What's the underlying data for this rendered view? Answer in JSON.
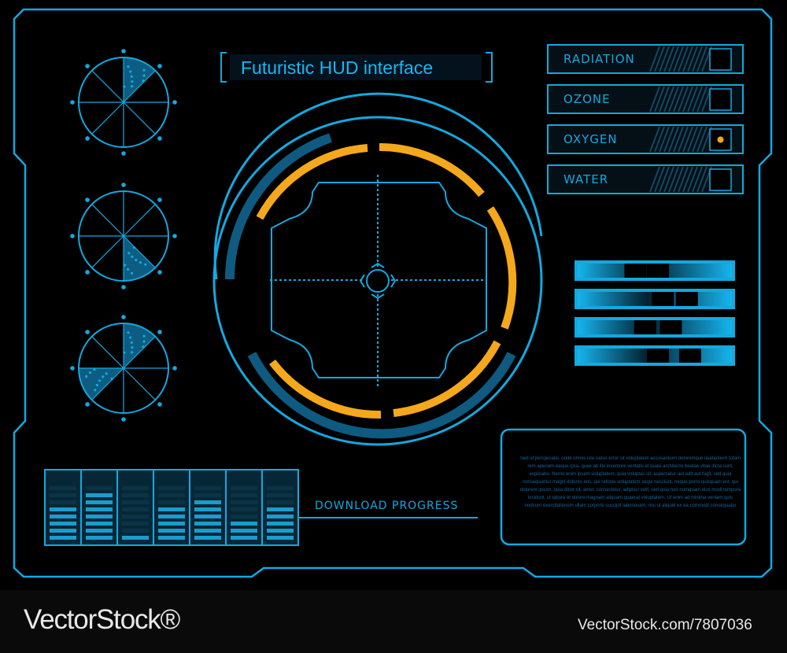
{
  "title": "Futuristic HUD interface",
  "checklist": [
    {
      "label": "RADIATION",
      "checked": false
    },
    {
      "label": "OZONE",
      "checked": false
    },
    {
      "label": "OXYGEN",
      "checked": true
    },
    {
      "label": "WATER",
      "checked": false
    }
  ],
  "download_label": "DOWNLOAD PROGRESS",
  "lorem_text": "Sed ut perspiciatis, unde omnis iste natus error sit voluptatem accusantium doloremque laudantium totam rem aperiam eaque ipsa, quae ab illo inventore veritatis et quasi architecto beatae vitae dicta sunt, explicabo. Nemo enim ipsam voluptatem, quia voluptas sit, aspernatur aut odit aut fugit, sed quia consequuntur magni dolores eos, qui ratione voluptatem sequi nesciunt, neque porro quisquam est, qui dolorem ipsum, quia dolor sit, amet, consectetur, adipisci velit, sed quia non numquam eius modi tempora incidunt, ut labore et dolore magnam aliquam quaerat voluptatem. Ut enim ad minima veniam quis nostrum exercitationem ullam corporis suscipit laboriosam, nisi ut aliquid ex ea commodi consequatur",
  "watermark": {
    "left": "VectorStock®",
    "right": "VectorStock.com/7807036"
  },
  "colors": {
    "primary": "#12a9e0",
    "accent": "#f5a81c",
    "dark_blue": "#0f5a80",
    "background": "#000000"
  },
  "icons": {
    "crosshair": "crosshair-icon",
    "pie_gauges": "pie-gauge-icon"
  },
  "pie_charts": [
    {
      "filled_sectors": [
        0
      ]
    },
    {
      "filled_sectors": [
        3
      ]
    },
    {
      "filled_sectors": [
        0,
        5
      ]
    }
  ],
  "equalizer_levels": [
    0.6,
    0.85,
    0.15,
    0.6,
    0.7,
    0.35,
    0.6
  ],
  "slider_bars": [
    {
      "marker_positions": [
        0.38,
        0.52
      ]
    },
    {
      "marker_positions": [
        0.55,
        0.7
      ]
    },
    {
      "marker_positions": [
        0.44,
        0.6
      ]
    },
    {
      "marker_positions": [
        0.52,
        0.72
      ]
    }
  ]
}
